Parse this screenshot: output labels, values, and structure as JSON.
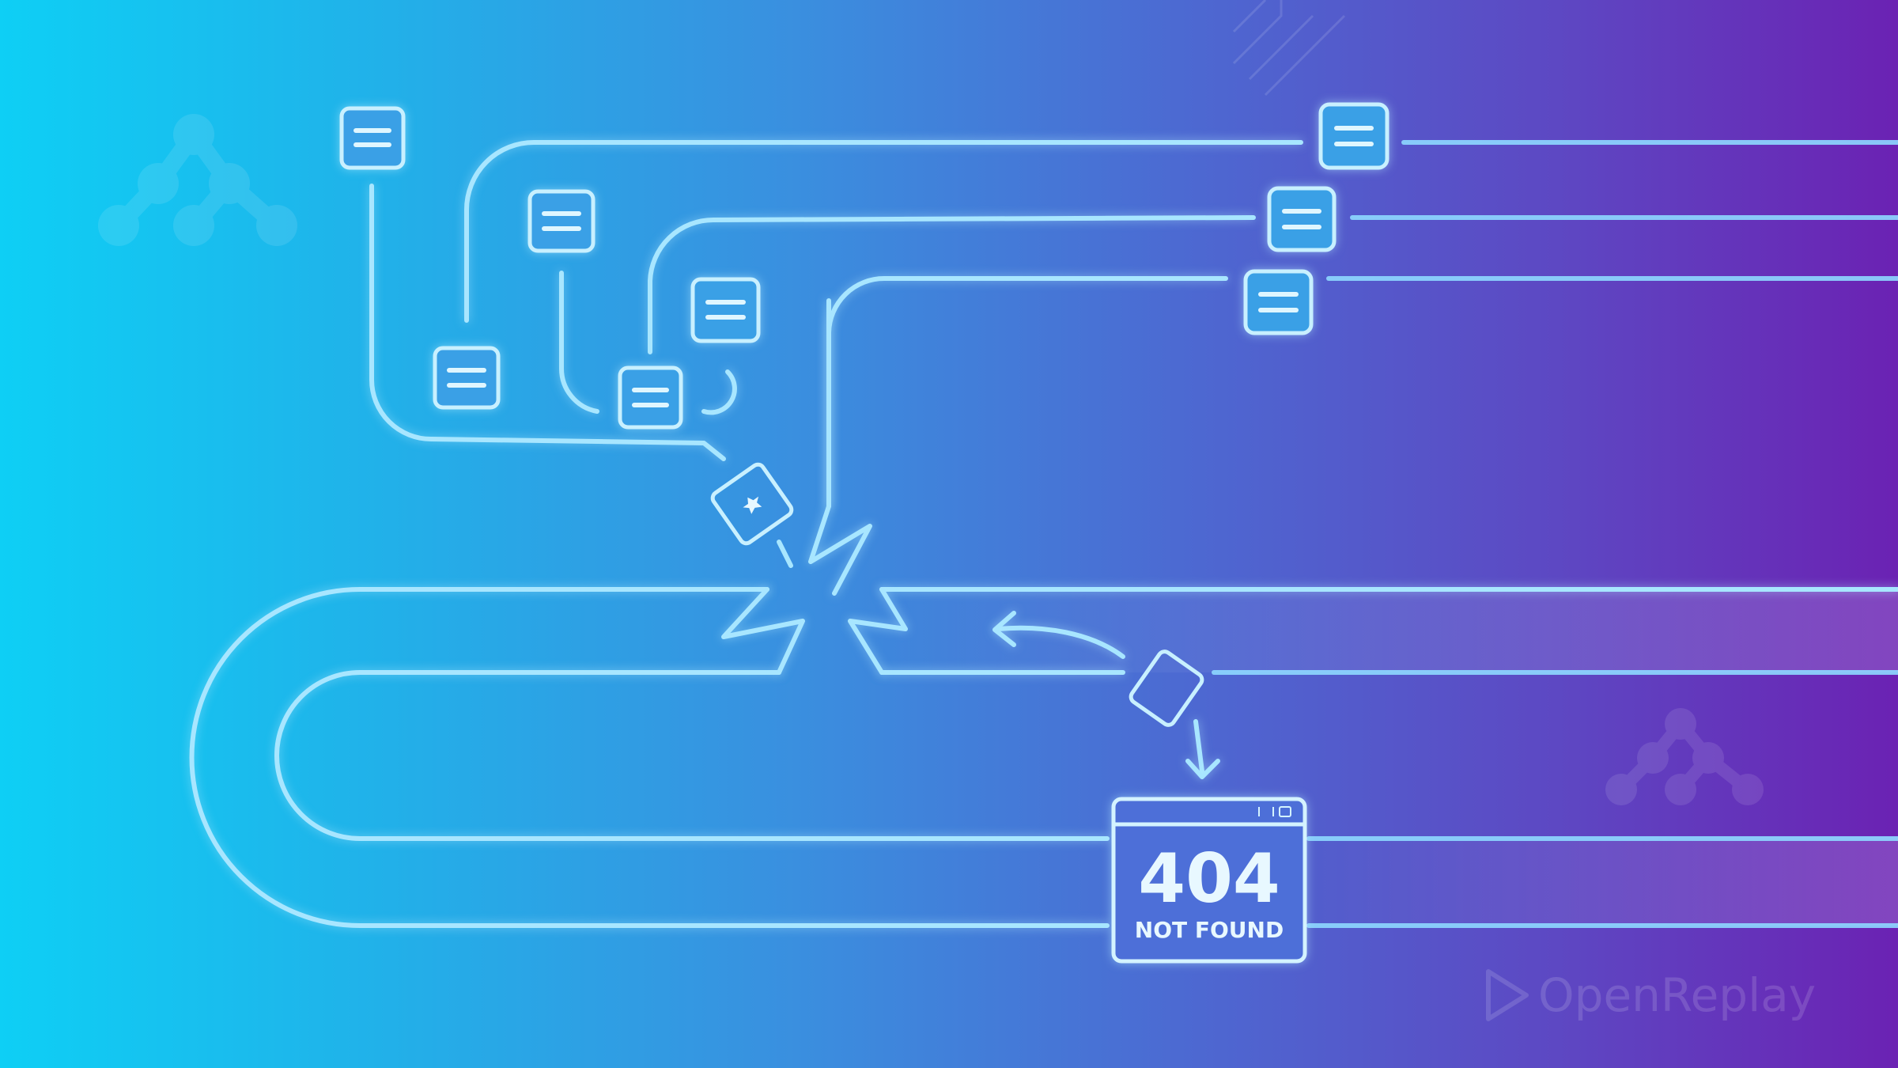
{
  "error_badge": {
    "code": "404",
    "message": "NOT FOUND"
  },
  "brand": {
    "name": "OpenReplay",
    "icon": "play-triangle-icon"
  },
  "icons": {
    "route_node": "route-node-icon",
    "broken_link": "broken-link-icon",
    "redirect_arrow": "redirect-arrow-icon",
    "decorative_logo": "openreplay-logo-icon"
  },
  "colors": {
    "gradient_start": "#0ecff5",
    "gradient_end": "#6b22b3",
    "line": "#a8e6ff",
    "node_fill": "#3aa0e6"
  }
}
